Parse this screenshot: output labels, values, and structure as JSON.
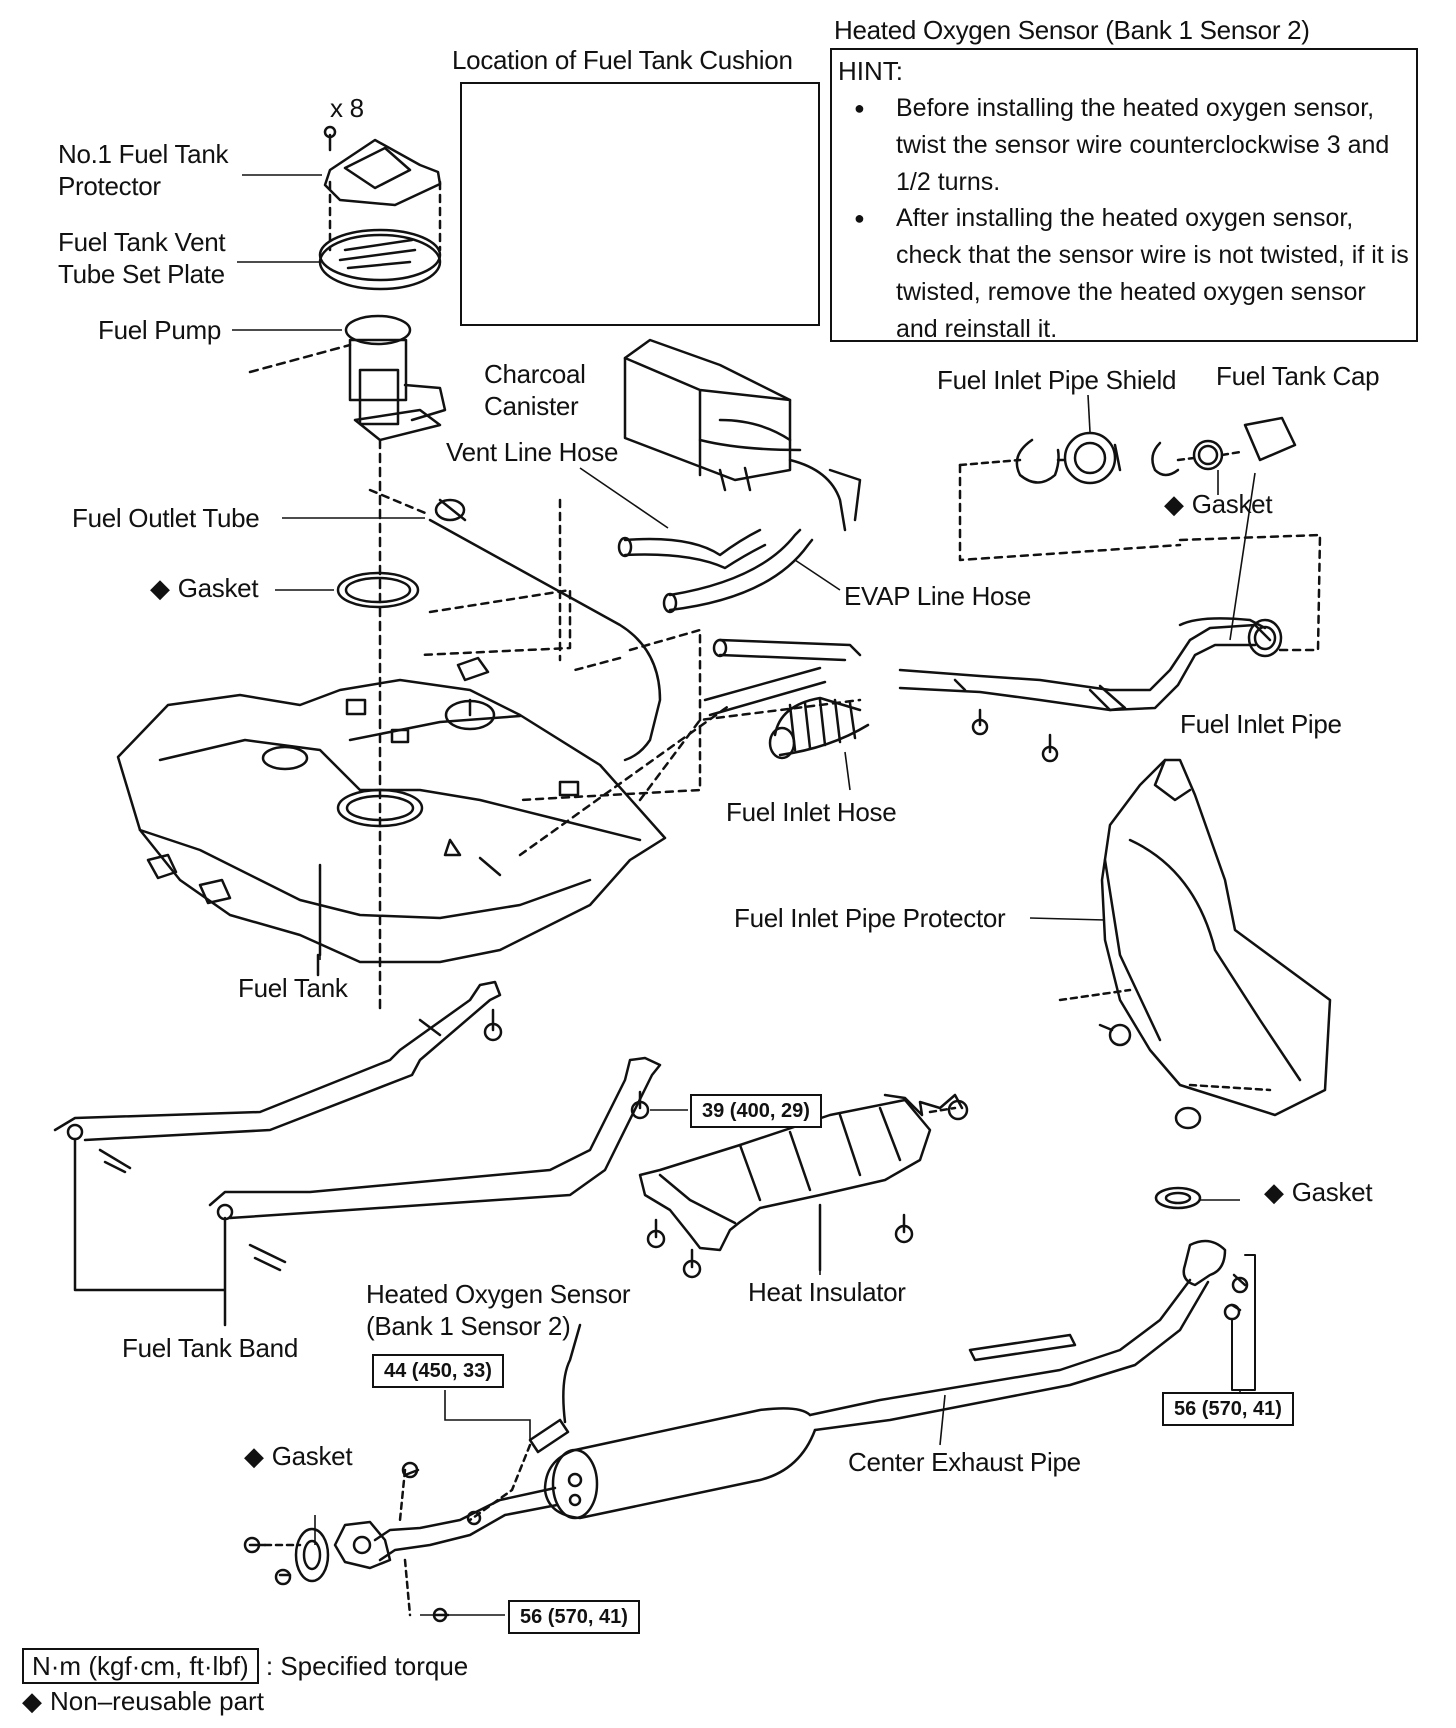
{
  "heated_o2_header": "Heated Oxygen Sensor (Bank 1 Sensor 2)",
  "hint": {
    "title": "HINT:",
    "items": [
      "Before installing the heated oxygen sensor, twist the sensor wire counterclockwise 3 and 1/2 turns.",
      "After installing the heated oxygen sensor, check that the sensor wire is not twisted, if it is twisted, remove the heated oxygen sensor and reinstall it."
    ]
  },
  "cushion_title": "Location of Fuel Tank Cushion",
  "labels": {
    "x8": "x 8",
    "protector": "No.1 Fuel Tank Protector",
    "vent_plate": "Fuel Tank Vent Tube Set Plate",
    "fuel_pump": "Fuel Pump",
    "charcoal": "Charcoal Canister",
    "vent_line_hose": "Vent Line Hose",
    "fuel_outlet_tube": "Fuel Outlet Tube",
    "gasket_pump": "Gasket",
    "evap_line_hose": "EVAP Line Hose",
    "inlet_pipe_shield": "Fuel Inlet Pipe Shield",
    "tank_cap": "Fuel Tank Cap",
    "gasket_cap": "Gasket",
    "fuel_inlet_pipe": "Fuel Inlet Pipe",
    "fuel_inlet_hose": "Fuel Inlet Hose",
    "inlet_pipe_protector": "Fuel Inlet Pipe Protector",
    "fuel_tank": "Fuel Tank",
    "heat_insulator": "Heat Insulator",
    "gasket_exhaust": "Gasket",
    "fuel_tank_band": "Fuel Tank Band",
    "o2_sensor": "Heated Oxygen Sensor (Bank 1 Sensor 2)",
    "gasket_front": "Gasket",
    "center_exhaust_pipe": "Center Exhaust Pipe"
  },
  "torques": {
    "band_bolt": "39 (400, 29)",
    "o2_sensor": "44 (450, 33)",
    "exhaust_rear": "56 (570, 41)",
    "exhaust_front": "56 (570, 41)"
  },
  "legend": {
    "unit_box": "N·m (kgf·cm, ft·lbf)",
    "unit_text": ": Specified torque",
    "nonreusable": "Non–reusable part",
    "diamond": "◆"
  }
}
